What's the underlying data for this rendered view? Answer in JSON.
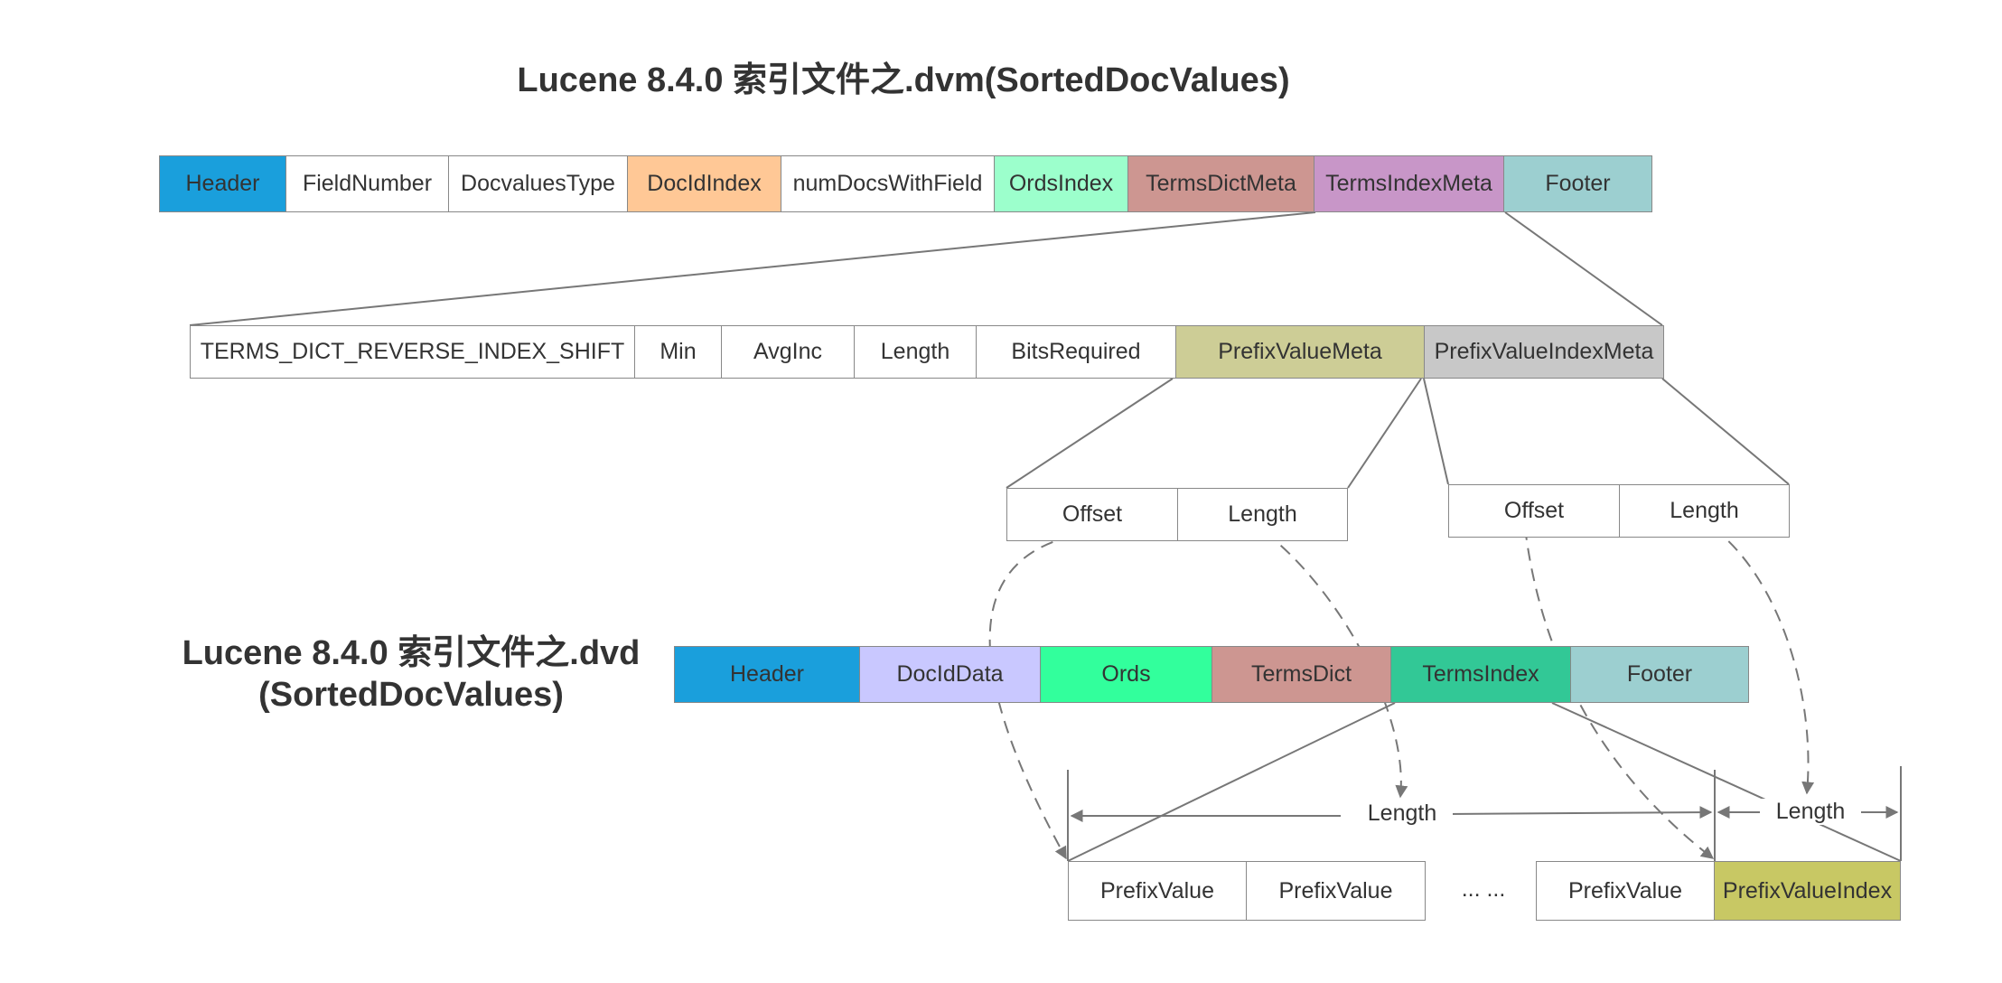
{
  "titles": {
    "dvm": "Lucene 8.4.0 索引文件之.dvm(SortedDocValues)",
    "dvd_line1": "Lucene 8.4.0 索引文件之.dvd",
    "dvd_line2": "(SortedDocValues)"
  },
  "dvm_fields": [
    {
      "label": "Header",
      "color": "#1a9fdc"
    },
    {
      "label": "FieldNumber",
      "color": "#ffffff"
    },
    {
      "label": "DocvaluesType",
      "color": "#ffffff"
    },
    {
      "label": "DocIdIndex",
      "color": "#ffc896"
    },
    {
      "label": "numDocsWithField",
      "color": "#ffffff"
    },
    {
      "label": "OrdsIndex",
      "color": "#9cffcc"
    },
    {
      "label": "TermsDictMeta",
      "color": "#cd9691"
    },
    {
      "label": "TermsIndexMeta",
      "color": "#c896c8"
    },
    {
      "label": "Footer",
      "color": "#9ccfd0"
    }
  ],
  "terms_index_meta_fields": [
    {
      "label": "TERMS_DICT_REVERSE_INDEX_SHIFT",
      "color": "#ffffff"
    },
    {
      "label": "Min",
      "color": "#ffffff"
    },
    {
      "label": "AvgInc",
      "color": "#ffffff"
    },
    {
      "label": "Length",
      "color": "#ffffff"
    },
    {
      "label": "BitsRequired",
      "color": "#ffffff"
    },
    {
      "label": "PrefixValueMeta",
      "color": "#cdcd96"
    },
    {
      "label": "PrefixValueIndexMeta",
      "color": "#c8c8c8"
    }
  ],
  "prefix_value_meta_fields": [
    {
      "label": "Offset",
      "color": "#ffffff"
    },
    {
      "label": "Length",
      "color": "#ffffff"
    }
  ],
  "prefix_value_index_meta_fields": [
    {
      "label": "Offset",
      "color": "#ffffff"
    },
    {
      "label": "Length",
      "color": "#ffffff"
    }
  ],
  "dvd_fields": [
    {
      "label": "Header",
      "color": "#1a9fdc"
    },
    {
      "label": "DocIdData",
      "color": "#c9c8ff"
    },
    {
      "label": "Ords",
      "color": "#32ff9c"
    },
    {
      "label": "TermsDict",
      "color": "#cd9691"
    },
    {
      "label": "TermsIndex",
      "color": "#32c896"
    },
    {
      "label": "Footer",
      "color": "#9ccfd0"
    }
  ],
  "terms_index_fields_a": [
    {
      "label": "PrefixValue",
      "color": "#ffffff"
    },
    {
      "label": "PrefixValue",
      "color": "#ffffff"
    }
  ],
  "ellipsis": "... ...",
  "terms_index_fields_b": [
    {
      "label": "PrefixValue",
      "color": "#ffffff"
    },
    {
      "label": "PrefixValueIndex",
      "color": "#c8c864"
    }
  ],
  "length_markers": [
    "Length",
    "Length"
  ]
}
